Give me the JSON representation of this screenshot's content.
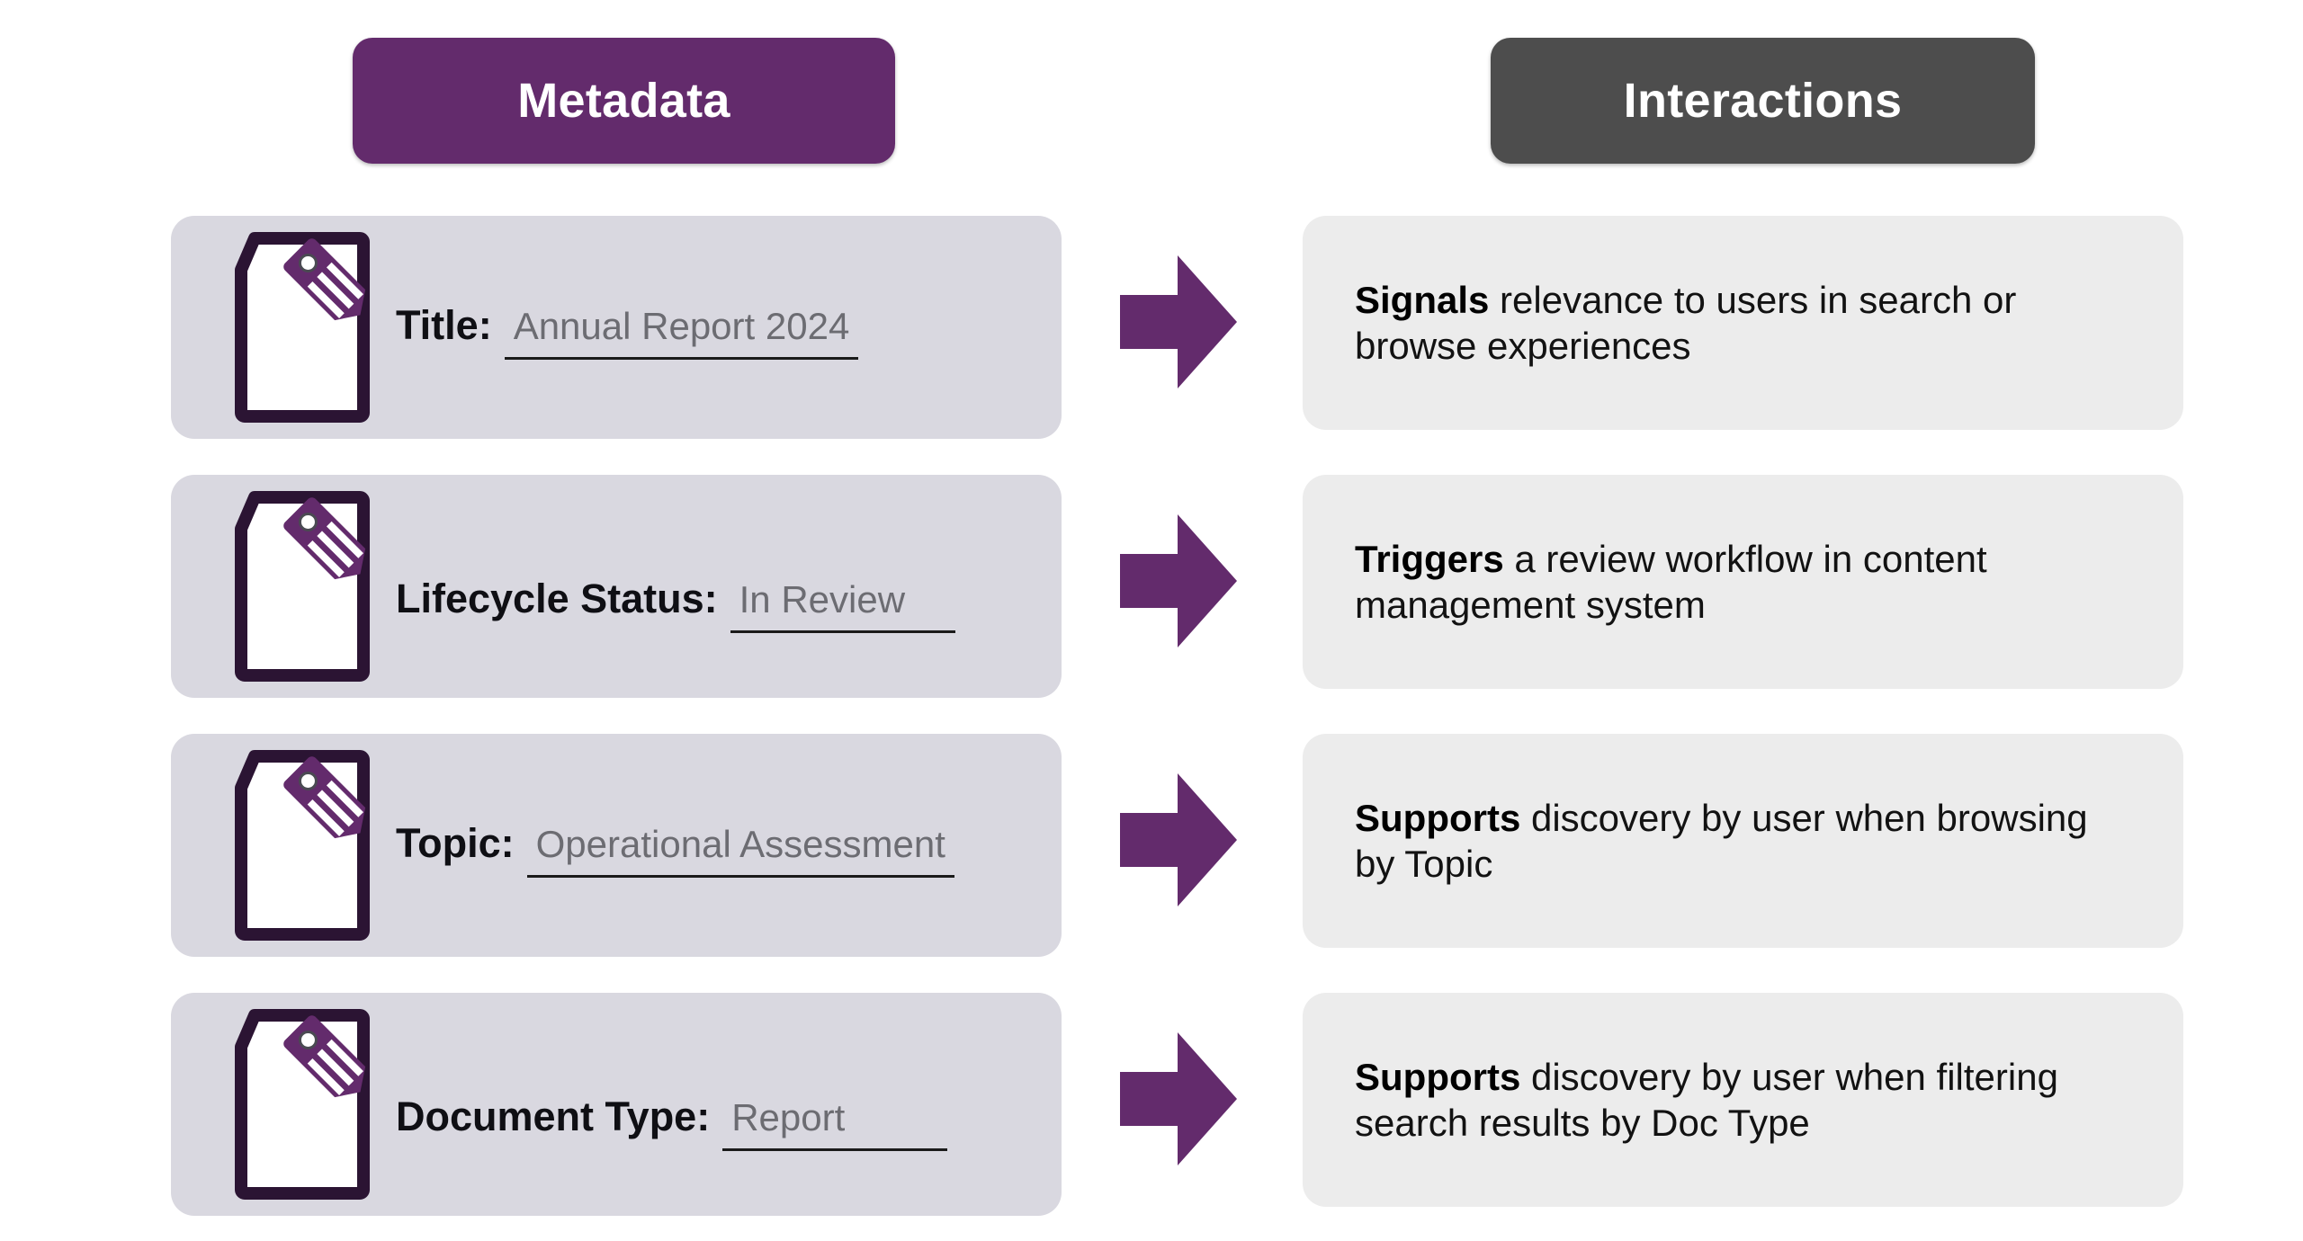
{
  "columns": {
    "left_title": "Metadata",
    "right_title": "Interactions"
  },
  "colors": {
    "metadata_header": "#632b6c",
    "interactions_header": "#4d4d4d",
    "metadata_card": "#d9d8e0",
    "interactions_card": "#ececec",
    "arrow": "#632b6c",
    "doc_outline": "#2b1433",
    "tag": "#632b6c",
    "value_text": "#6c6c72"
  },
  "rows": [
    {
      "icon": "document-tag-icon",
      "label": "Title:",
      "value": "Annual Report 2024",
      "arrow": "right-arrow-icon",
      "interaction_lead": "Signals",
      "interaction_rest": " relevance to users in search or browse experiences"
    },
    {
      "icon": "document-tag-icon",
      "label": "Lifecycle Status:",
      "value": "In Review",
      "arrow": "right-arrow-icon",
      "interaction_lead": "Triggers",
      "interaction_rest": " a review workflow in content management system"
    },
    {
      "icon": "document-tag-icon",
      "label": "Topic:",
      "value": "Operational Assessment",
      "arrow": "right-arrow-icon",
      "interaction_lead": "Supports",
      "interaction_rest": " discovery by user when browsing by Topic"
    },
    {
      "icon": "document-tag-icon",
      "label": "Document Type:",
      "value": "Report",
      "arrow": "right-arrow-icon",
      "interaction_lead": "Supports",
      "interaction_rest": " discovery by user when filtering search results by Doc Type"
    }
  ]
}
